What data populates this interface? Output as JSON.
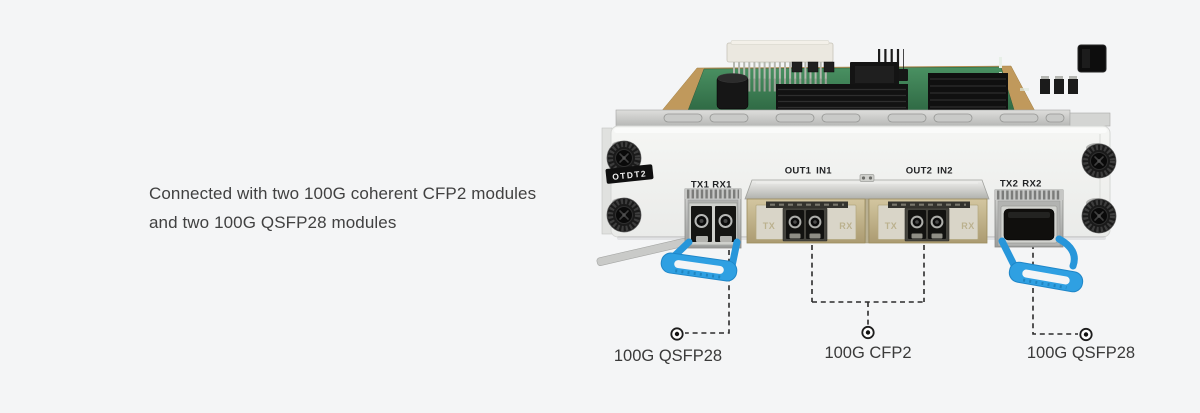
{
  "description": {
    "line1": "Connected with two 100G coherent CFP2 modules",
    "line2": "and two 100G QSFP28 modules"
  },
  "card": {
    "model": "OTDT2",
    "ports": {
      "qsfp1_tx": "TX1",
      "qsfp1_rx": "RX1",
      "cfp1_out": "OUT1",
      "cfp1_in": "IN1",
      "cfp2_out": "OUT2",
      "cfp2_in": "IN2",
      "qsfp2_tx": "TX2",
      "qsfp2_rx": "RX2"
    },
    "module_marks": {
      "tx": "TX",
      "rx": "RX"
    }
  },
  "callouts": [
    {
      "label": "100G QSFP28"
    },
    {
      "label": "100G CFP2"
    },
    {
      "label": "100G QSFP28"
    }
  ],
  "colors": {
    "background": "#f4f5f6",
    "text": "#414141",
    "pcb_green": "#3c7a50",
    "board_edge_gold": "#c0995c",
    "latch_blue": "#2fa0e2",
    "cfp_champagne": "#c6b78e",
    "faceplate_white": "#f0f1ef"
  }
}
